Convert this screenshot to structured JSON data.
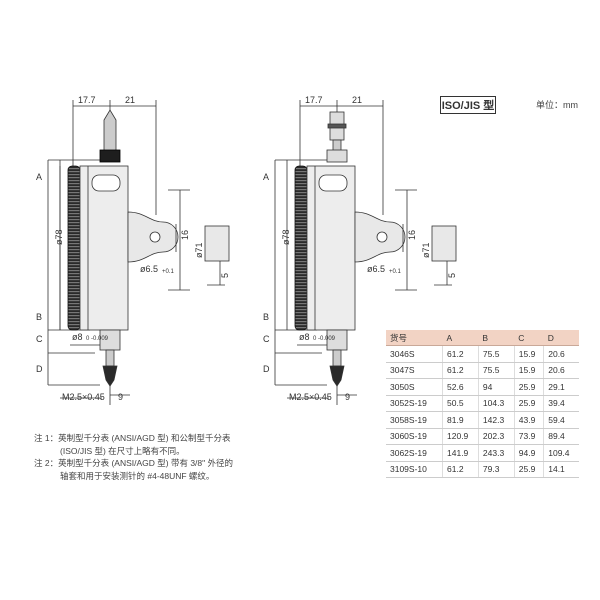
{
  "badge": "ISO/JIS 型",
  "unit": "单位：mm",
  "left_view": {
    "top_left_dim": "17.7",
    "top_right_dim": "21",
    "dim_a": "A",
    "dim_b": "B",
    "dim_c": "C",
    "dim_d": "D",
    "dia_78": "ø78",
    "dia_71": "ø71",
    "dim_16": "16",
    "dim_5": "5",
    "hole": "ø6.5",
    "hole_tol": "+0.1",
    "stem": "ø8",
    "stem_tol": "0 -0.009",
    "thread": "M2.5×0.45",
    "dim_9": "9"
  },
  "right_view": {
    "top_left_dim": "17.7",
    "top_right_dim": "21",
    "dim_a": "A",
    "dim_b": "B",
    "dim_c": "C",
    "dim_d": "D",
    "dia_78": "ø78",
    "dia_71": "ø71",
    "dim_16": "16",
    "dim_5": "5",
    "hole": "ø6.5",
    "hole_tol": "+0.1",
    "stem": "ø8",
    "stem_tol": "0 -0.009",
    "thread": "M2.5×0.45",
    "dim_9": "9"
  },
  "table": {
    "headers": [
      "货号",
      "A",
      "B",
      "C",
      "D"
    ],
    "rows": [
      [
        "3046S",
        "61.2",
        "75.5",
        "15.9",
        "20.6"
      ],
      [
        "3047S",
        "61.2",
        "75.5",
        "15.9",
        "20.6"
      ],
      [
        "3050S",
        "52.6",
        "94",
        "25.9",
        "29.1"
      ],
      [
        "3052S-19",
        "50.5",
        "104.3",
        "25.9",
        "39.4"
      ],
      [
        "3058S-19",
        "81.9",
        "142.3",
        "43.9",
        "59.4"
      ],
      [
        "3060S-19",
        "120.9",
        "202.3",
        "73.9",
        "89.4"
      ],
      [
        "3062S-19",
        "141.9",
        "243.3",
        "94.9",
        "109.4"
      ],
      [
        "3109S-10",
        "61.2",
        "79.3",
        "25.9",
        "14.1"
      ]
    ]
  },
  "notes": [
    "注 1：英制型千分表 (ANSI/AGD 型) 和公制型千分表",
    "(ISO/JIS 型) 在尺寸上略有不同。",
    "注 2：英制型千分表 (ANSI/AGD 型) 带有 3/8\" 外径的",
    "轴套和用于安装测针的 #4-48UNF 螺纹。"
  ]
}
